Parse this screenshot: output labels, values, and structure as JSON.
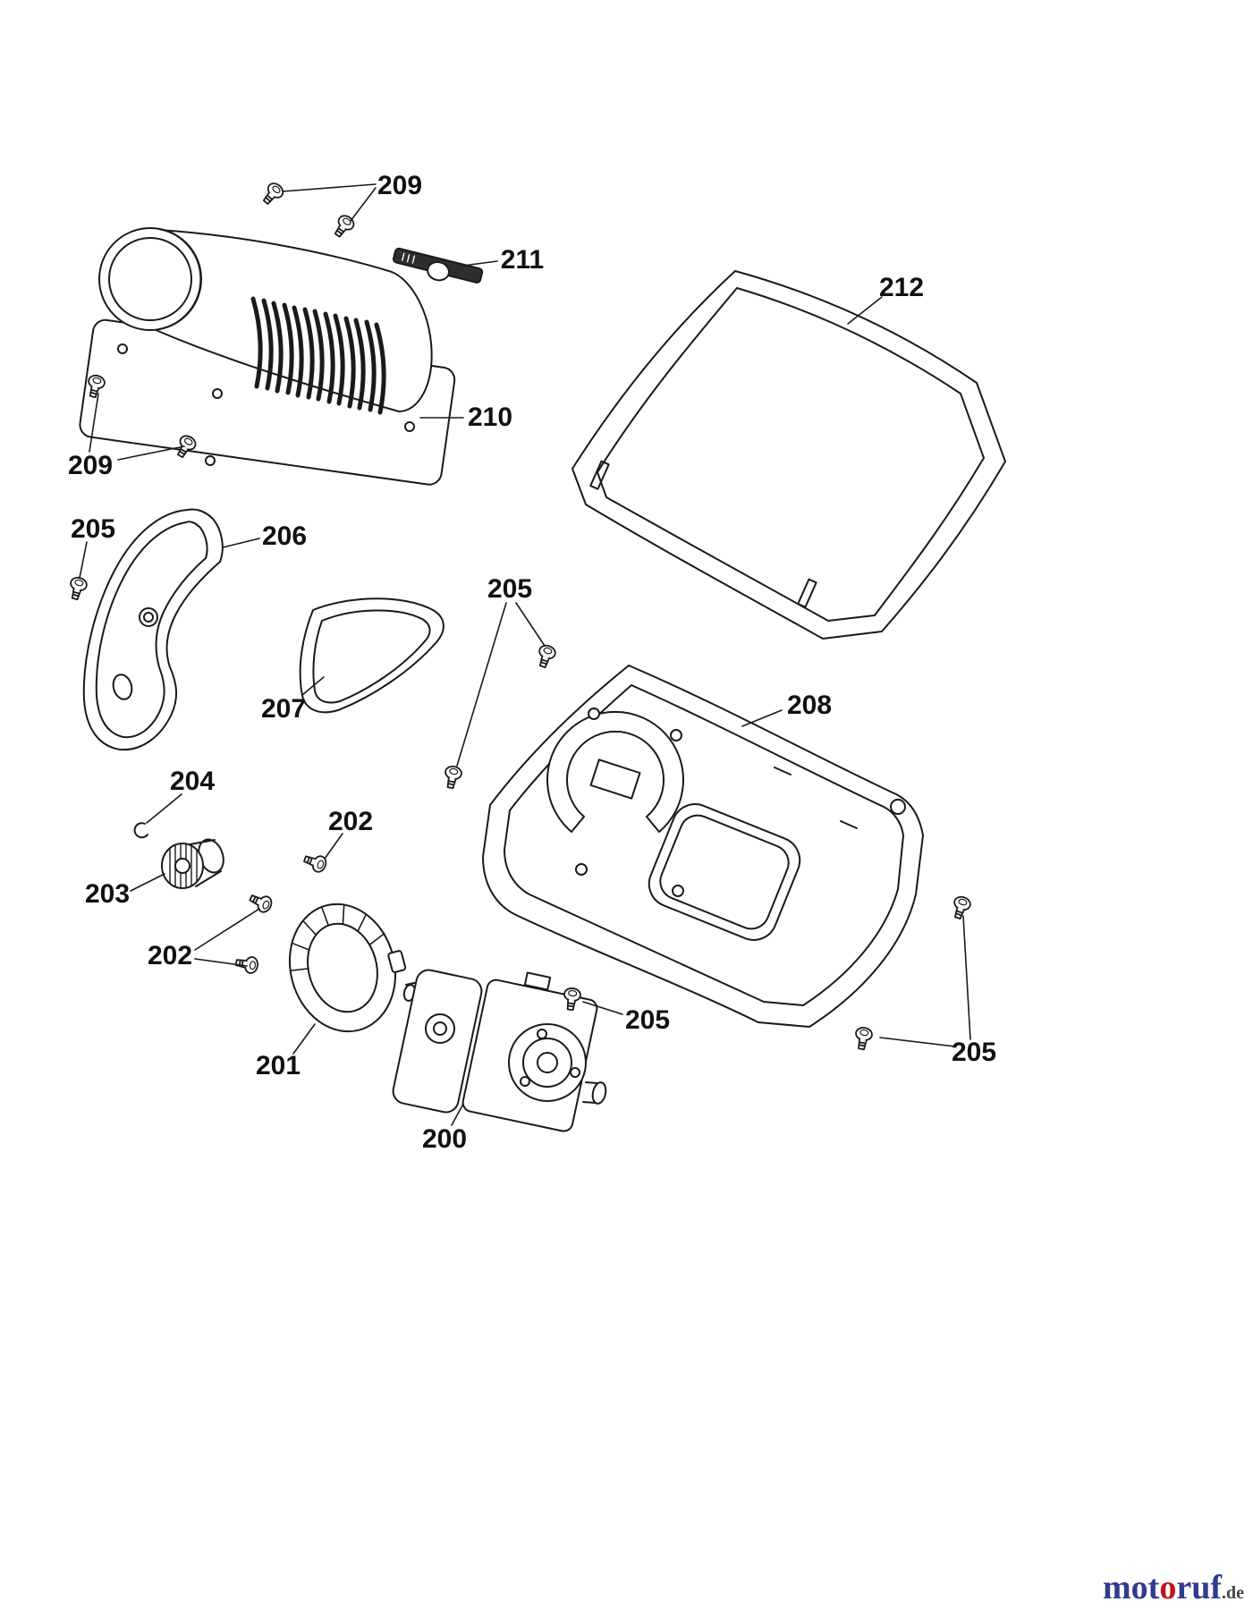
{
  "diagram": {
    "callouts": [
      {
        "text": "209"
      },
      {
        "text": "211"
      },
      {
        "text": "212"
      },
      {
        "text": "210"
      },
      {
        "text": "209"
      },
      {
        "text": "205"
      },
      {
        "text": "206"
      },
      {
        "text": "205"
      },
      {
        "text": "207"
      },
      {
        "text": "208"
      },
      {
        "text": "204"
      },
      {
        "text": "202"
      },
      {
        "text": "203"
      },
      {
        "text": "202"
      },
      {
        "text": "205"
      },
      {
        "text": "201"
      },
      {
        "text": "205"
      },
      {
        "text": "200"
      }
    ]
  },
  "watermark": {
    "part1": "mot",
    "part2": "o",
    "part3": "ruf",
    "suffix": ".de",
    "blue": "#2f3b8f",
    "red": "#c1121f"
  },
  "colors": {
    "line": "#1a1a1a",
    "background": "#ffffff"
  }
}
